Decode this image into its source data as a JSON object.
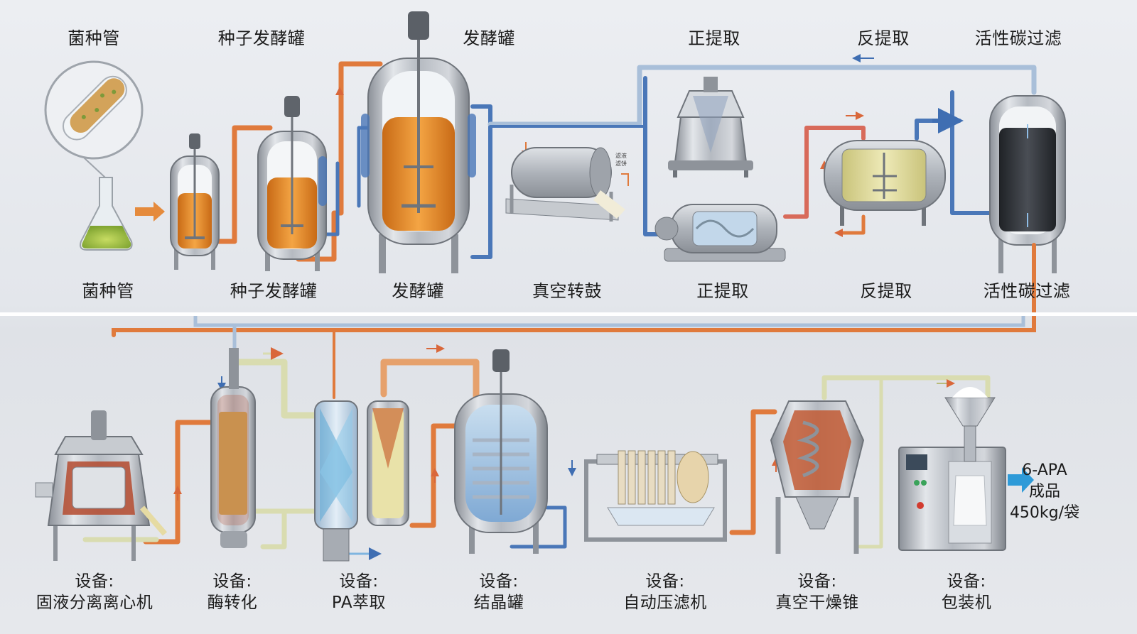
{
  "top_row": {
    "upper_labels": [
      {
        "id": "u1",
        "text": "菌种管"
      },
      {
        "id": "u2",
        "text": "种子发酵罐"
      },
      {
        "id": "u3",
        "text": "发酵罐"
      },
      {
        "id": "u4",
        "text": "正提取"
      },
      {
        "id": "u5",
        "text": "反提取"
      },
      {
        "id": "u6",
        "text": "活性碳过滤"
      }
    ],
    "lower_labels": [
      {
        "id": "l1",
        "text": "菌种管"
      },
      {
        "id": "l2",
        "text": "种子发酵罐"
      },
      {
        "id": "l3",
        "text": "发酵罐"
      },
      {
        "id": "l4",
        "text": "真空转鼓"
      },
      {
        "id": "l5",
        "text": "正提取"
      },
      {
        "id": "l6",
        "text": "反提取"
      },
      {
        "id": "l7",
        "text": "活性碳过滤"
      }
    ],
    "drum_note": [
      "滤液",
      "滤饼"
    ]
  },
  "bottom_row": {
    "equipment": [
      {
        "id": "e1",
        "prefix": "设备:",
        "name": "固液分离离心机"
      },
      {
        "id": "e2",
        "prefix": "设备:",
        "name": "酶转化"
      },
      {
        "id": "e3",
        "prefix": "设备:",
        "name": "PA萃取"
      },
      {
        "id": "e4",
        "prefix": "设备:",
        "name": "结晶罐"
      },
      {
        "id": "e5",
        "prefix": "设备:",
        "name": "自动压滤机"
      },
      {
        "id": "e6",
        "prefix": "设备:",
        "name": "真空干燥锥"
      },
      {
        "id": "e7",
        "prefix": "设备:",
        "name": "包装机"
      }
    ],
    "final_product": {
      "line1": "6-APA",
      "line2": "成品",
      "line3": "450kg/袋"
    }
  },
  "colors": {
    "steel": "#b9bec5",
    "steel_dark": "#7d838b",
    "broth": "#e8912c",
    "pipe_orange": "#e07a3c",
    "pipe_blue": "#4a77b8",
    "pipe_light": "#d9dcb0",
    "pipe_pale_blue": "#a9bfd9",
    "accent_arrow": "#2d9ad8"
  }
}
